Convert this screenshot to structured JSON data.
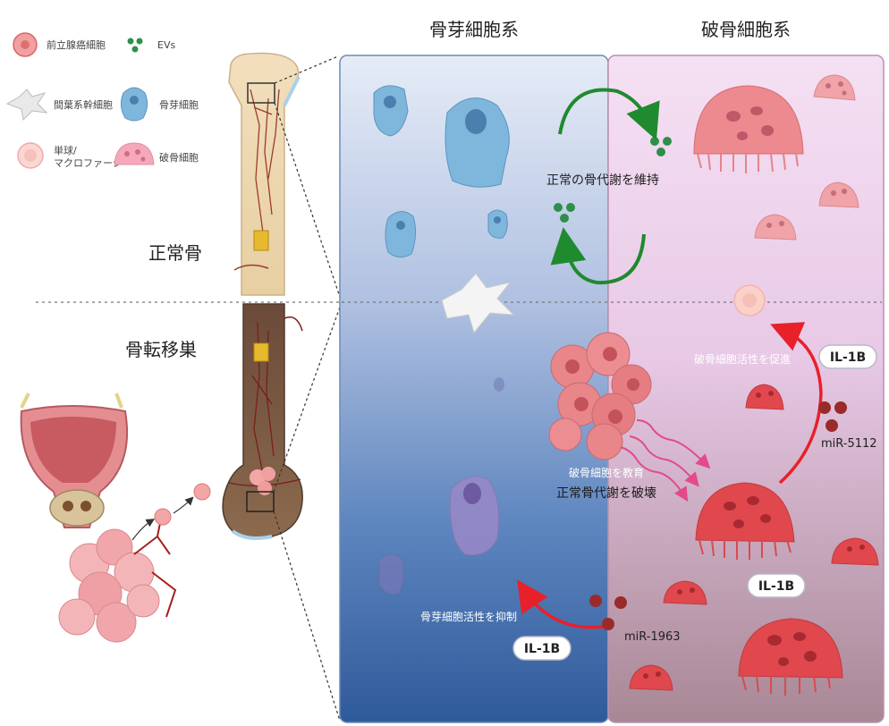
{
  "legend": {
    "prostate_cancer_cell": "前立腺癌細胞",
    "evs": "EVs",
    "msc": "間葉系幹細胞",
    "osteoblast": "骨芽細胞",
    "monocyte_line1": "単球/",
    "monocyte_line2": "マクロファージ",
    "osteoclast": "破骨細胞"
  },
  "labels": {
    "normal_bone": "正常骨",
    "bone_metastasis": "骨転移巣",
    "osteoblast_lineage": "骨芽細胞系",
    "osteoclast_lineage": "破骨細胞系",
    "maintain": "正常の骨代謝を維持",
    "educate": "破骨細胞を教育",
    "disrupt": "正常骨代謝を破壊",
    "promote": "破骨細胞活性を促進",
    "inhibit": "骨芽細胞活性を抑制",
    "il1b": "IL-1B",
    "mir5112": "miR-5112",
    "mir1963": "miR-1963"
  },
  "colors": {
    "osteoblast_panel": "#5a82b8",
    "osteoclast_panel": "#e9c4e4",
    "osteoblast_cell": "#7fb6dc",
    "osteoclast_cell": "#ec8a90",
    "active_osteoclast": "#e0484e",
    "ev": "#2f8f4a",
    "mirna": "#9b2a2a",
    "green_arrow": "#1f8a2e",
    "red_arrow": "#e8202a"
  }
}
